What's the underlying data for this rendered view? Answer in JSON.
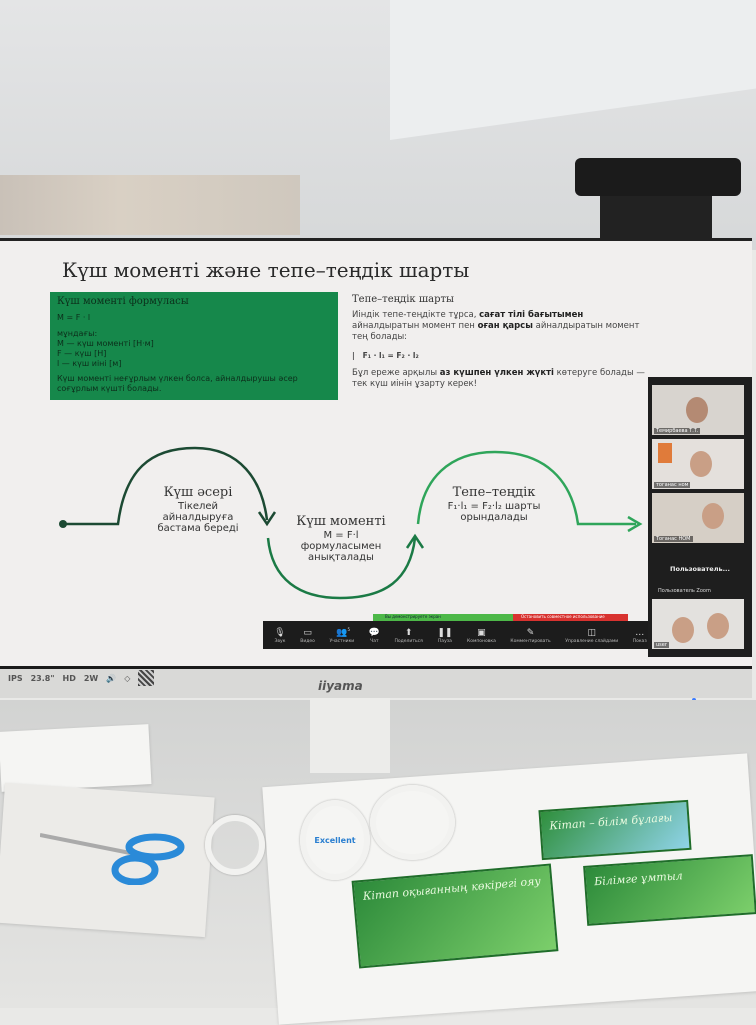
{
  "slide": {
    "title": "Күш моменті және тепе–теңдік шарты",
    "formula_box": {
      "heading": "Күш моменті формуласы",
      "formula": "M = F · l",
      "where": "мұндағы:",
      "lines": [
        "M — күш моменті [Н·м]",
        "F — күш [Н]",
        "l — күш иіні [м]"
      ],
      "note": "Күш моменті неғұрлым үлкен болса, айналдырушы әсер соғұрлым күшті болады."
    },
    "equilibrium": {
      "heading": "Тепе–теңдік шарты",
      "p1_a": "Иіндік тепе-теңдікте тұрса, ",
      "p1_b": "сағат тілі бағытымен",
      "p1_c": " айналдыратын момент пен ",
      "p1_d": "оған қарсы",
      "p1_e": " айналдыратын момент тең болады:",
      "formula": "F₁ · l₁ = F₂ · l₂",
      "p2_a": "Бұл ереже арқылы ",
      "p2_b": "аз күшпен үлкен жүкті",
      "p2_c": " көтеруге болады — тек күш иінін ұзарту керек!"
    },
    "diagram": [
      {
        "title": "Күш әсері",
        "text": "Тікелей айналдыруға бастама береді"
      },
      {
        "title": "Күш моменті",
        "text": "M = F·l формуласымен анықталады"
      },
      {
        "title": "Тепе–теңдік",
        "text": "F₁·l₁ = F₂·l₂ шарты орындалады"
      }
    ]
  },
  "zoom": {
    "share_banner": "Вы демонстрируете экран",
    "stop_share": "Остановить совместное использование",
    "toolbar": [
      {
        "icon": "microphone-icon",
        "glyph": "🎙",
        "label": "Звук"
      },
      {
        "icon": "video-icon",
        "glyph": "▭",
        "label": "Видео"
      },
      {
        "icon": "participants-icon",
        "glyph": "👥",
        "label": "Участники"
      },
      {
        "icon": "chat-icon",
        "glyph": "💬",
        "label": "Чат"
      },
      {
        "icon": "share-icon",
        "glyph": "⬆",
        "label": "Поделиться"
      },
      {
        "icon": "pause-icon",
        "glyph": "❚❚",
        "label": "Пауза"
      },
      {
        "icon": "layout-icon",
        "glyph": "▣",
        "label": "Компоновка"
      },
      {
        "icon": "annotate-icon",
        "glyph": "✎",
        "label": "Комментировать"
      },
      {
        "icon": "slides-icon",
        "glyph": "◫",
        "label": "Управление слайдами"
      },
      {
        "icon": "more-icon",
        "glyph": "…",
        "label": "Показ"
      }
    ],
    "participants_count": "5",
    "participants": [
      "Темирбаева Т.Т.",
      "тоганас ном",
      "Тоганас НОМ",
      "user"
    ],
    "user_placeholder": "Пользователь...",
    "zoom_user": "Пользователь Zoom"
  },
  "monitor": {
    "specs": [
      "IPS",
      "23.8\"",
      "HD",
      "2W",
      "🔊",
      "◇"
    ],
    "brand": "iiyama"
  },
  "desk": {
    "sticker_1": "Кітап оқығанның көкірегі ояу",
    "sticker_2": "Кітап – білім бұлағы",
    "sticker_3": "Білімге ұмтыл",
    "roll_label": "Excellent"
  }
}
